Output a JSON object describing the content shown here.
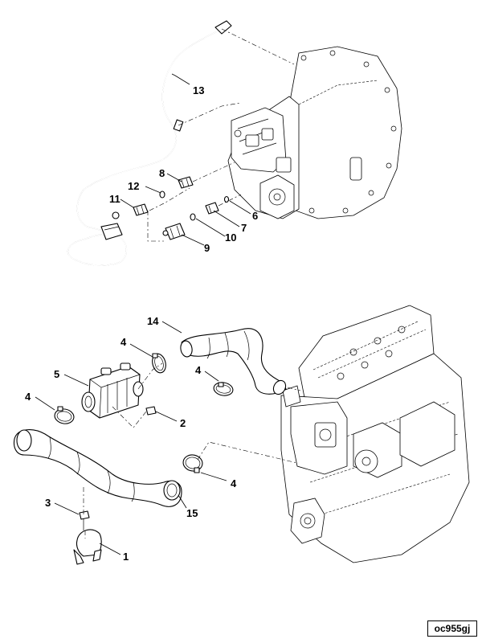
{
  "figure_code": "oc955gj",
  "callouts": {
    "c13": "13",
    "c8": "8",
    "c12": "12",
    "c11": "11",
    "c6": "6",
    "c7": "7",
    "c10": "10",
    "c9": "9",
    "c14": "14",
    "c4a": "4",
    "c4b": "4",
    "c5": "5",
    "c4c": "4",
    "c2": "2",
    "c4d": "4",
    "c3": "3",
    "c15": "15",
    "c1": "1"
  }
}
